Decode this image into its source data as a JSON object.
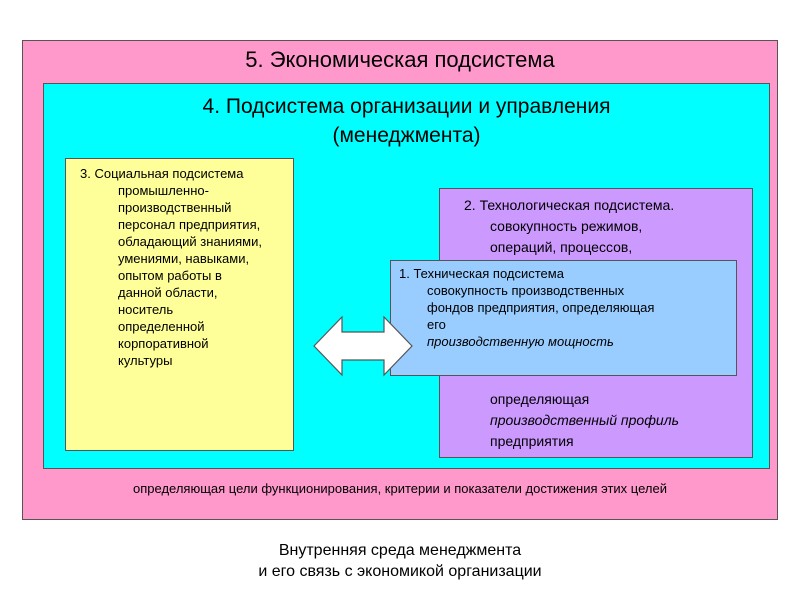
{
  "colors": {
    "economic": "#ff99cc",
    "management": "#00ffff",
    "social": "#ffff99",
    "technological": "#cc99ff",
    "technical": "#99ccff",
    "arrow_fill": "#ffffff"
  },
  "economic": {
    "title": "5. Экономическая подсистема",
    "caption": "определяющая цели функционирования, критерии и показатели достижения этих целей"
  },
  "management": {
    "title_line1": "4. Подсистема организации и управления",
    "title_line2": "(менеджмента)"
  },
  "social": {
    "heading": "3. Социальная подсистема",
    "lines": [
      "промышленно-",
      "производственный",
      "персонал предприятия,",
      "обладающий знаниями,",
      "умениями, навыками,",
      "опытом работы в",
      "данной области,",
      "носитель",
      "определенной",
      "корпоративной",
      "культуры"
    ]
  },
  "technological": {
    "heading": "2. Технологическая подсистема.",
    "line1": "совокупность режимов,",
    "line2": "операций, процессов,",
    "bottom1": "определяющая",
    "bottom2": "производственный профиль",
    "bottom3": "предприятия"
  },
  "technical": {
    "heading": "1. Техническая подсистема",
    "line1": "совокупность производственных",
    "line2": "фондов предприятия, определяющая",
    "line3_prefix": "его ",
    "line3_italic": "производственную мощность"
  },
  "footer": {
    "line1": "Внутренняя среда менеджмента",
    "line2": "и его связь с экономикой организации"
  }
}
